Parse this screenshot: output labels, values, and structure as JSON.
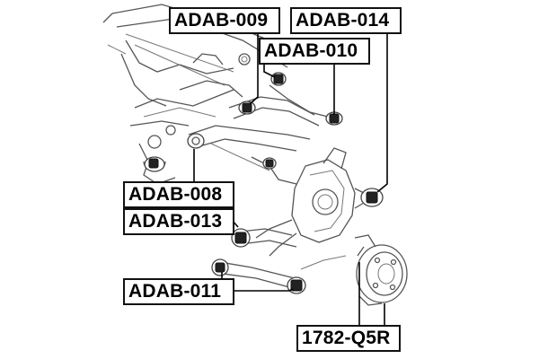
{
  "parts": {
    "adab_009": "ADAB-009",
    "adab_014": "ADAB-014",
    "adab_010": "ADAB-010",
    "adab_008": "ADAB-008",
    "adab_013": "ADAB-013",
    "adab_011": "ADAB-011",
    "p1782_q5r": "1782-Q5R"
  },
  "colors": {
    "line_art": "#555555",
    "bushing_fill": "#222222",
    "label_border": "#111111",
    "background": "#ffffff"
  }
}
